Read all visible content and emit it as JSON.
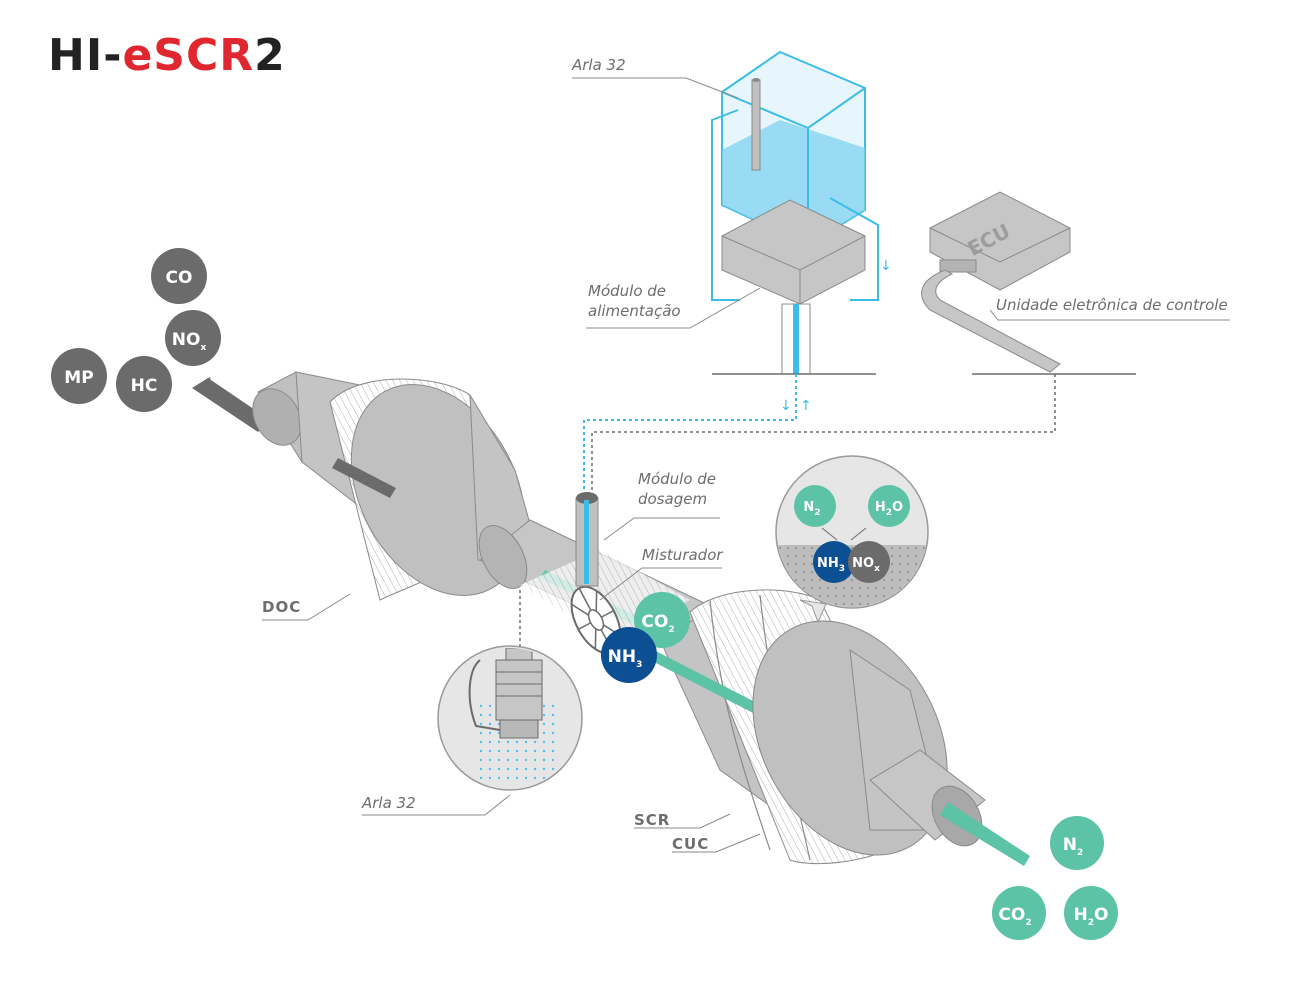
{
  "logo": {
    "text": "HI-eSCR2",
    "color_dark": "#222222",
    "color_accent": "#e0262e"
  },
  "labels": {
    "arla_tank": "Arla 32",
    "supply_module_1": "Módulo de",
    "supply_module_2": "alimentação",
    "ecu_box": "ECU",
    "ecu_label": "Unidade eletrônica de controle",
    "dosing_1": "Módulo de",
    "dosing_2": "dosagem",
    "mixer": "Misturador",
    "arla_spray": "Arla 32",
    "doc": "DOC",
    "scr": "SCR",
    "cuc": "CUC"
  },
  "molecules": {
    "inlet": [
      {
        "base": "CO",
        "sub": ""
      },
      {
        "base": "NO",
        "sub": "x"
      },
      {
        "base": "MP",
        "sub": ""
      },
      {
        "base": "HC",
        "sub": ""
      }
    ],
    "mid": [
      {
        "base": "CO",
        "sub": "2"
      },
      {
        "base": "NH",
        "sub": "3"
      }
    ],
    "reaction": [
      {
        "base": "N",
        "sub": "2"
      },
      {
        "base": "H",
        "sub": "2",
        "tail": "O"
      },
      {
        "base": "NH",
        "sub": "3"
      },
      {
        "base": "NO",
        "sub": "x"
      }
    ],
    "outlet": [
      {
        "base": "N",
        "sub": "2"
      },
      {
        "base": "CO",
        "sub": "2"
      },
      {
        "base": "H",
        "sub": "2",
        "tail": "O"
      }
    ]
  },
  "colors": {
    "gray_molecule": "#6b6b6b",
    "teal_molecule": "#5cc3a7",
    "blue_molecule": "#0d4f93",
    "fluid_blue": "#3bbde8",
    "body_gray": "#bdbdbd"
  }
}
